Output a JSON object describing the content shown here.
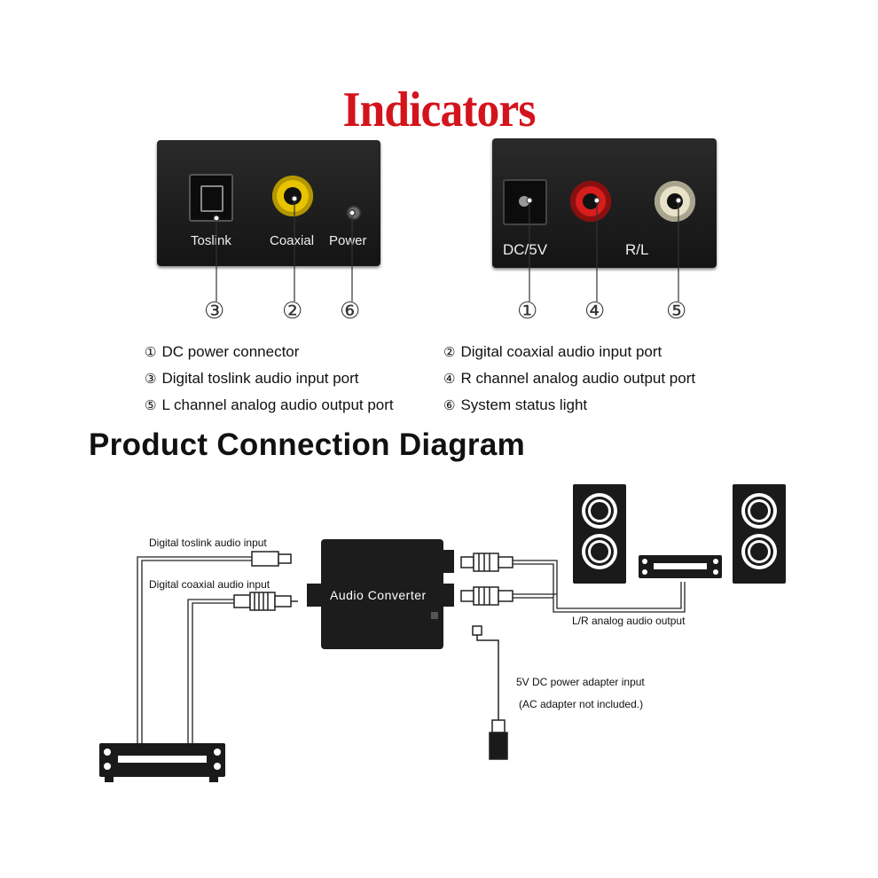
{
  "title": "Indicators",
  "left_panel": {
    "ports": [
      "Toslink",
      "Coaxial",
      "Power"
    ],
    "markers": [
      "③",
      "②",
      "⑥"
    ]
  },
  "right_panel": {
    "ports": [
      "DC/5V",
      "R/L"
    ],
    "markers": [
      "①",
      "④",
      "⑤"
    ]
  },
  "legend": [
    {
      "num": "①",
      "text": "DC  power connector"
    },
    {
      "num": "②",
      "text": "Digital coaxial audio input port"
    },
    {
      "num": "③",
      "text": "Digital toslink audio input port"
    },
    {
      "num": "④",
      "text": "R channel analog audio output port"
    },
    {
      "num": "⑤",
      "text": "L channel analog audio output port"
    },
    {
      "num": "⑥",
      "text": "System status light"
    }
  ],
  "diagram": {
    "title": "Product Connection Diagram",
    "converter_label": "Audio Converter",
    "toslink_input": "Digital toslink audio input",
    "coaxial_input": "Digital coaxial audio input",
    "analog_output": "L/R analog audio output",
    "power_input": "5V DC power adapter input",
    "power_note": "(AC adapter not included.)"
  },
  "colors": {
    "title": "#d4141c",
    "coaxial_ring": "#e8c400",
    "rca_red": "#d81d1d",
    "rca_white": "#e8e2c8",
    "device": "#1c1c1c"
  }
}
